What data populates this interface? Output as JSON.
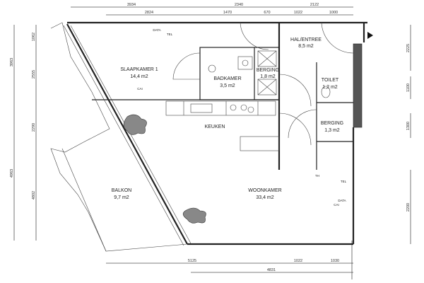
{
  "dimensions": {
    "top_row1": [
      "3934",
      "2340",
      "2122"
    ],
    "top_row2": [
      "2824",
      "1470",
      "670",
      "1022",
      "1000"
    ],
    "bottom_row1": [
      "5125",
      "1022",
      "1030"
    ],
    "bottom_row2": [
      "4831"
    ],
    "left_outer": [
      "3963",
      "4963"
    ],
    "left_inner": [
      "1062",
      "2555",
      "2290",
      "4802"
    ],
    "right": [
      "2225",
      "1100",
      "1300",
      "2200"
    ]
  },
  "rooms": {
    "slaapkamer": {
      "name": "SLAAPKAMER 1",
      "area": "14,4 m2"
    },
    "badkamer": {
      "name": "BADKAMER",
      "area": "3,5 m2"
    },
    "berging1": {
      "name": "BERGING",
      "area": "1,8 m2"
    },
    "hal": {
      "name": "HAL/ENTREE",
      "area": "8,5 m2"
    },
    "toilet": {
      "name": "TOILET",
      "area": "1,2 m2"
    },
    "berging2": {
      "name": "BERGING",
      "area": "1,3 m2"
    },
    "keuken": {
      "name": "KEUKEN"
    },
    "balkon": {
      "name": "BALKON",
      "area": "9,7 m2"
    },
    "woonkamer": {
      "name": "WOONKAMER",
      "area": "33,4 m2"
    }
  },
  "outlets": {
    "data1": "DATA",
    "tel1": "TEL",
    "cai1": "CAI",
    "th": "TH",
    "tel2": "TEL",
    "data2": "DATA",
    "cai2": "CAI"
  }
}
